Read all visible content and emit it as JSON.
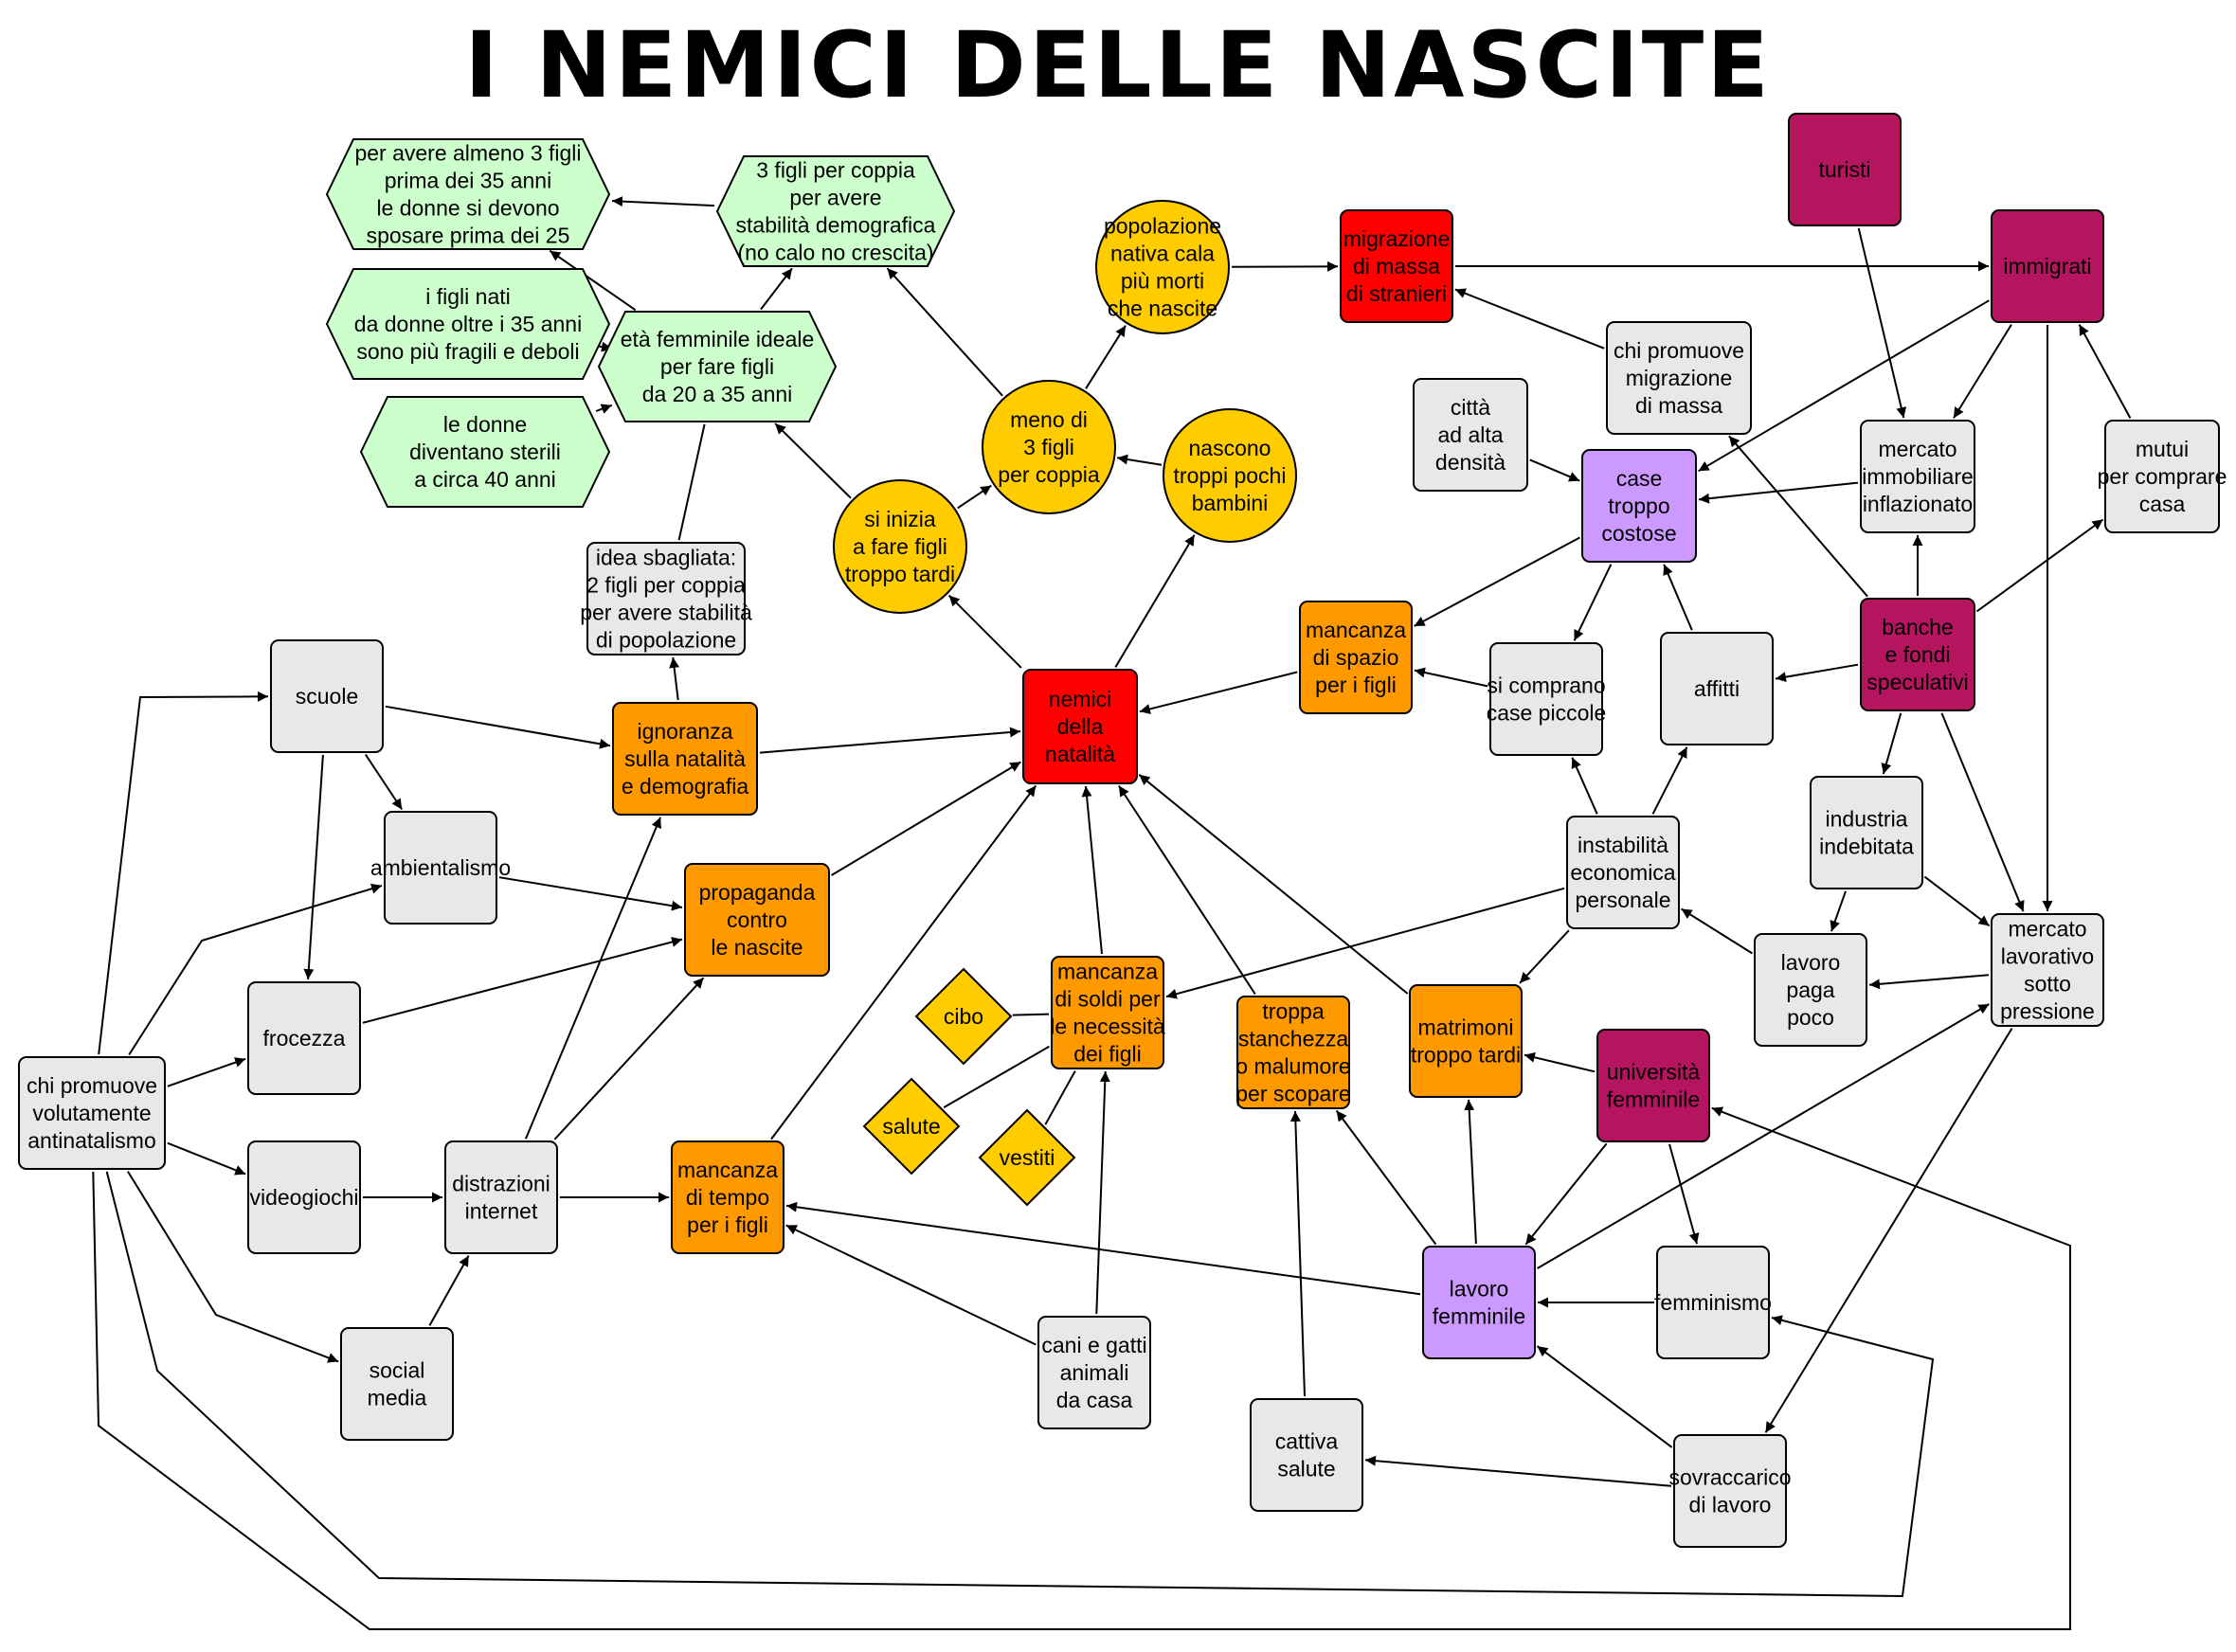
{
  "title": "I NEMICI DELLE NASCITE",
  "palette": {
    "grey": "#e8e8e8",
    "red": "#ff0000",
    "orange": "#ff9900",
    "yellow": "#ffcc00",
    "purple": "#cc99ff",
    "magenta": "#b5155f",
    "green": "#ccffcc"
  },
  "nodes": [
    {
      "id": "nemici",
      "text": [
        "nemici",
        "della",
        "natalità"
      ],
      "color": "red",
      "shape": "rect"
    },
    {
      "id": "migrazione",
      "text": [
        "migrazione",
        "di massa",
        "di stranieri"
      ],
      "color": "red",
      "shape": "rect"
    },
    {
      "id": "turisti",
      "text": [
        "turisti"
      ],
      "color": "magenta",
      "shape": "rect"
    },
    {
      "id": "immigrati",
      "text": [
        "immigrati"
      ],
      "color": "magenta",
      "shape": "rect"
    },
    {
      "id": "chipromuovemig",
      "text": [
        "chi promuove",
        "migrazione",
        "di massa"
      ],
      "color": "grey",
      "shape": "rect"
    },
    {
      "id": "citta",
      "text": [
        "città",
        "ad alta",
        "densità"
      ],
      "color": "grey",
      "shape": "rect"
    },
    {
      "id": "case",
      "text": [
        "case",
        "troppo",
        "costose"
      ],
      "color": "purple",
      "shape": "rect"
    },
    {
      "id": "mercatoimm",
      "text": [
        "mercato",
        "immobiliare",
        "inflazionato"
      ],
      "color": "grey",
      "shape": "rect"
    },
    {
      "id": "mutui",
      "text": [
        "mutui",
        "per comprare",
        "casa"
      ],
      "color": "grey",
      "shape": "rect"
    },
    {
      "id": "banche",
      "text": [
        "banche",
        "e fondi",
        "speculativi"
      ],
      "color": "magenta",
      "shape": "rect"
    },
    {
      "id": "affitti",
      "text": [
        "affitti"
      ],
      "color": "grey",
      "shape": "rect"
    },
    {
      "id": "spazio",
      "text": [
        "mancanza",
        "di spazio",
        "per i figli"
      ],
      "color": "orange",
      "shape": "rect"
    },
    {
      "id": "casepiccole",
      "text": [
        "si comprano",
        "case piccole"
      ],
      "color": "grey",
      "shape": "rect"
    },
    {
      "id": "instabilita",
      "text": [
        "instabilità",
        "economica",
        "personale"
      ],
      "color": "grey",
      "shape": "rect"
    },
    {
      "id": "industria",
      "text": [
        "industria",
        "indebitata"
      ],
      "color": "grey",
      "shape": "rect"
    },
    {
      "id": "mercatolav",
      "text": [
        "mercato",
        "lavorativo",
        "sotto",
        "pressione"
      ],
      "color": "grey",
      "shape": "rect"
    },
    {
      "id": "lavoropaga",
      "text": [
        "lavoro",
        "paga",
        "poco"
      ],
      "color": "grey",
      "shape": "rect"
    },
    {
      "id": "matrimoni",
      "text": [
        "matrimoni",
        "troppo tardi"
      ],
      "color": "orange",
      "shape": "rect"
    },
    {
      "id": "universita",
      "text": [
        "università",
        "femminile"
      ],
      "color": "magenta",
      "shape": "rect"
    },
    {
      "id": "lavfem",
      "text": [
        "lavoro",
        "femminile"
      ],
      "color": "purple",
      "shape": "rect"
    },
    {
      "id": "femminismo",
      "text": [
        "femminismo"
      ],
      "color": "grey",
      "shape": "rect"
    },
    {
      "id": "sovraccarico",
      "text": [
        "sovraccarico",
        "di lavoro"
      ],
      "color": "grey",
      "shape": "rect"
    },
    {
      "id": "cattiva",
      "text": [
        "cattiva",
        "salute"
      ],
      "color": "grey",
      "shape": "rect"
    },
    {
      "id": "stanchezza",
      "text": [
        "troppa",
        "stanchezza",
        "o malumore",
        "per scopare"
      ],
      "color": "orange",
      "shape": "rect"
    },
    {
      "id": "soldi",
      "text": [
        "mancanza",
        "di soldi per",
        "le necessità",
        "dei figli"
      ],
      "color": "orange",
      "shape": "rect"
    },
    {
      "id": "cibo",
      "text": [
        "cibo"
      ],
      "color": "yellow",
      "shape": "diamond"
    },
    {
      "id": "salute",
      "text": [
        "salute"
      ],
      "color": "yellow",
      "shape": "diamond"
    },
    {
      "id": "vestiti",
      "text": [
        "vestiti"
      ],
      "color": "yellow",
      "shape": "diamond"
    },
    {
      "id": "cani",
      "text": [
        "cani e gatti",
        "animali",
        "da casa"
      ],
      "color": "grey",
      "shape": "rect"
    },
    {
      "id": "tempo",
      "text": [
        "mancanza",
        "di tempo",
        "per i figli"
      ],
      "color": "orange",
      "shape": "rect"
    },
    {
      "id": "distrazioni",
      "text": [
        "distrazioni",
        "internet"
      ],
      "color": "grey",
      "shape": "rect"
    },
    {
      "id": "social",
      "text": [
        "social",
        "media"
      ],
      "color": "grey",
      "shape": "rect"
    },
    {
      "id": "videogiochi",
      "text": [
        "videogiochi"
      ],
      "color": "grey",
      "shape": "rect"
    },
    {
      "id": "frocezza",
      "text": [
        "frocezza"
      ],
      "color": "grey",
      "shape": "rect"
    },
    {
      "id": "ambientalismo",
      "text": [
        "ambientalismo"
      ],
      "color": "grey",
      "shape": "rect"
    },
    {
      "id": "scuole",
      "text": [
        "scuole"
      ],
      "color": "grey",
      "shape": "rect"
    },
    {
      "id": "chipromuove",
      "text": [
        "chi promuove",
        "volutamente",
        "antinatalismo"
      ],
      "color": "grey",
      "shape": "rect"
    },
    {
      "id": "propaganda",
      "text": [
        "propaganda",
        "contro",
        "le nascite"
      ],
      "color": "orange",
      "shape": "rect"
    },
    {
      "id": "ignoranza",
      "text": [
        "ignoranza",
        "sulla natalità",
        "e demografia"
      ],
      "color": "orange",
      "shape": "rect"
    },
    {
      "id": "idea",
      "text": [
        "idea sbagliata:",
        "2 figli per coppia",
        "per avere stabilità",
        "di popolazione"
      ],
      "color": "grey",
      "shape": "rect"
    },
    {
      "id": "eta",
      "text": [
        "età femminile ideale",
        "per fare figli",
        "da 20 a 35 anni"
      ],
      "color": "green",
      "shape": "hex"
    },
    {
      "id": "figli3",
      "text": [
        "3 figli per coppia",
        "per avere",
        "stabilità demografica",
        "(no calo no crescita)"
      ],
      "color": "green",
      "shape": "hex"
    },
    {
      "id": "sposare",
      "text": [
        "per avere almeno 3 figli",
        "prima dei 35 anni",
        "le donne si devono",
        "sposare prima dei 25"
      ],
      "color": "green",
      "shape": "hex"
    },
    {
      "id": "fragili",
      "text": [
        "i figli nati",
        "da donne oltre i 35 anni",
        "sono più fragili e deboli"
      ],
      "color": "green",
      "shape": "hex"
    },
    {
      "id": "sterili",
      "text": [
        "le donne",
        "diventano sterili",
        "a circa 40 anni"
      ],
      "color": "green",
      "shape": "hex"
    },
    {
      "id": "popolazione",
      "text": [
        "popolazione",
        "nativa cala",
        "più morti",
        "che nascite"
      ],
      "color": "yellow",
      "shape": "circle"
    },
    {
      "id": "meno3",
      "text": [
        "meno di",
        "3 figli",
        "per coppia"
      ],
      "color": "yellow",
      "shape": "circle"
    },
    {
      "id": "nascono",
      "text": [
        "nascono",
        "troppi pochi",
        "bambini"
      ],
      "color": "yellow",
      "shape": "circle"
    },
    {
      "id": "tardi",
      "text": [
        "si inizia",
        "a fare figli",
        "troppo tardi"
      ],
      "color": "yellow",
      "shape": "circle"
    }
  ]
}
